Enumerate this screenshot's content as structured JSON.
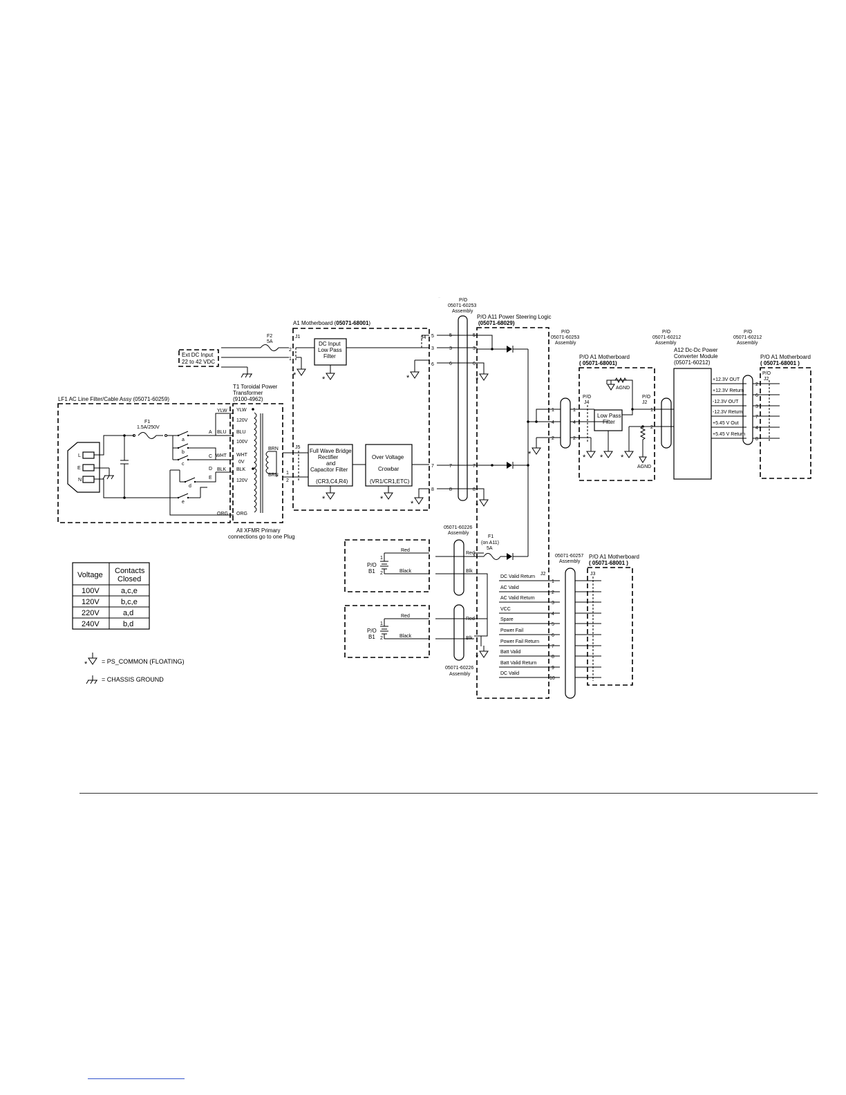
{
  "lf1": {
    "title": "LF1 AC Line Filter/Cable Assy (05071-60259)",
    "f1": "F1",
    "f1_rating": "1.5A/250V",
    "pins": [
      "L",
      "E",
      "N"
    ],
    "contacts": [
      "a",
      "b",
      "c",
      "d",
      "e"
    ],
    "letters": [
      "A",
      "C",
      "D",
      "E"
    ]
  },
  "t1": {
    "title_1": "T1 Toroidal Power",
    "title_2": "Transformer",
    "part": "(9100-4962)",
    "note_1": "All XFMR Primary",
    "note_2": "connections go to one Plug",
    "wires_left": [
      "YLW",
      "BLU",
      "WHT",
      "BLK",
      "ORG"
    ],
    "taps": [
      "YLW",
      "120V",
      "BLU",
      "100V",
      "WHT",
      "0V",
      "BLK",
      "120V",
      "ORG"
    ],
    "sec": [
      "BRN",
      "BRN"
    ]
  },
  "ext": {
    "line1": "Ext DC Input",
    "line2": "22 to 42 VDC",
    "f2": "F2",
    "f2_rating": "5A"
  },
  "a1": {
    "title_prefix": "A1 Motherboard (",
    "part": "05071-68001",
    "title_suffix": ")",
    "j1": "J1",
    "j4": "J4",
    "j5": "J5",
    "dcf_1": "DC Input",
    "dcf_2": "Low Pass",
    "dcf_3": "Filter",
    "fwb_1": "Full Wave Bridge",
    "fwb_2": "Rectifier",
    "fwb_3": "and",
    "fwb_4": "Capacitor Filter",
    "fwb_5": "(CR3,C4,R4)",
    "ov_1": "Over Voltage",
    "ov_2": "Crowbar",
    "ov_3": "(VR1/CR1,ETC)",
    "pins_j4": [
      "5",
      "3",
      "6"
    ],
    "pins_right": [
      "7",
      "8"
    ],
    "pins_j1": [
      "2",
      "1"
    ],
    "pins_j5": [
      "1",
      "2"
    ]
  },
  "cable1": {
    "l1": "P/O",
    "l2": "05071-60253",
    "l3": "Assembly",
    "pins": [
      "5",
      "3",
      "6",
      "7",
      "8"
    ]
  },
  "a11": {
    "title": "P/O A11 Power Steering Logic",
    "part": "(05071-68029)",
    "fuse": "F1",
    "fuse_l2": "(on A11)",
    "fuse_l3": "5A",
    "pins_out": [
      "1",
      "4",
      "2"
    ]
  },
  "cable2": {
    "l1": "P/O",
    "l2": "05071-60253",
    "l3": "Assembly"
  },
  "a1m2": {
    "title": "P/O A1 Motherboard",
    "part": "( 05071-68001)",
    "j4_l1": "P/O",
    "j4_l2": "J4",
    "j2_l1": "P/O",
    "j2_l2": "J2",
    "lpf_1": "Low Pass",
    "lpf_2": "Filter",
    "agnd": "AGND",
    "agnd2": "AGND",
    "pins_left": [
      "1",
      "4",
      "2"
    ],
    "pins_right": [
      "1",
      "2"
    ]
  },
  "cable3": {
    "l1": "P/O",
    "l2": "05071-60212",
    "l3": "Assembly"
  },
  "a12": {
    "l1": "A12 Dc-Dc Power",
    "l2": "Converter Module",
    "l3": "(05071-60212)",
    "outs": [
      "+12.3V OUT",
      "+12.3V Return",
      "-12.3V OUT",
      "-12.3V Return",
      "+5.45 V Out",
      "+5.45 V Return"
    ]
  },
  "cable4": {
    "l1": "P/O",
    "l2": "05071-60212",
    "l3": "Assembly"
  },
  "a1m3": {
    "title": "P/O A1 Motherboard",
    "part": "( 05071-68001 )",
    "j2_l1": "P/O",
    "j2_l2": "J2",
    "pins": [
      "2",
      "6",
      "3",
      "7",
      "4",
      "8"
    ]
  },
  "bat1": {
    "po": "P/O",
    "b1": "B1",
    "red": "Red",
    "black": "Black",
    "pins": [
      "1",
      "2"
    ]
  },
  "bat2": {
    "po": "P/O",
    "b1": "B1",
    "red": "Red",
    "black": "Black",
    "pins": [
      "1",
      "2"
    ]
  },
  "cable5": {
    "part": "05071-60226",
    "assembly": "Assembly",
    "red": "Red",
    "blk": "Blk"
  },
  "cable6": {
    "part": "05071-60226",
    "assembly": "Assembly",
    "red": "Red",
    "blk": "Blk"
  },
  "j2bus": {
    "j2": "J2",
    "signals": [
      "DC Valid Return",
      "AC  Valid",
      "AC Valid Return",
      "VCC",
      "Spare",
      "Power Fail",
      "Power Fail Return",
      "Batt Valid",
      "Batt Valid Return",
      "DC Valid"
    ],
    "pins": [
      "1",
      "2",
      "3",
      "4",
      "5",
      "6",
      "7",
      "8",
      "9",
      "10"
    ]
  },
  "cable7": {
    "part": "05071-60257",
    "assembly": "Assembly"
  },
  "a1m4": {
    "title": "P/O A1 Motherboard",
    "part": "( 05071-68001 )",
    "j3": "J3"
  },
  "voltage_table": {
    "headers": [
      "Voltage",
      "Contacts\nClosed"
    ],
    "head_1": "Voltage",
    "head_2a": "Contacts",
    "head_2b": "Closed",
    "rows": [
      [
        "100V",
        "a,c,e"
      ],
      [
        "120V",
        "b,c,e"
      ],
      [
        "220V",
        "a,d"
      ],
      [
        "240V",
        "b,d"
      ]
    ]
  },
  "legend": {
    "ps_common": "= PS_COMMON (FLOATING)",
    "chassis": "= CHASSIS GROUND"
  }
}
